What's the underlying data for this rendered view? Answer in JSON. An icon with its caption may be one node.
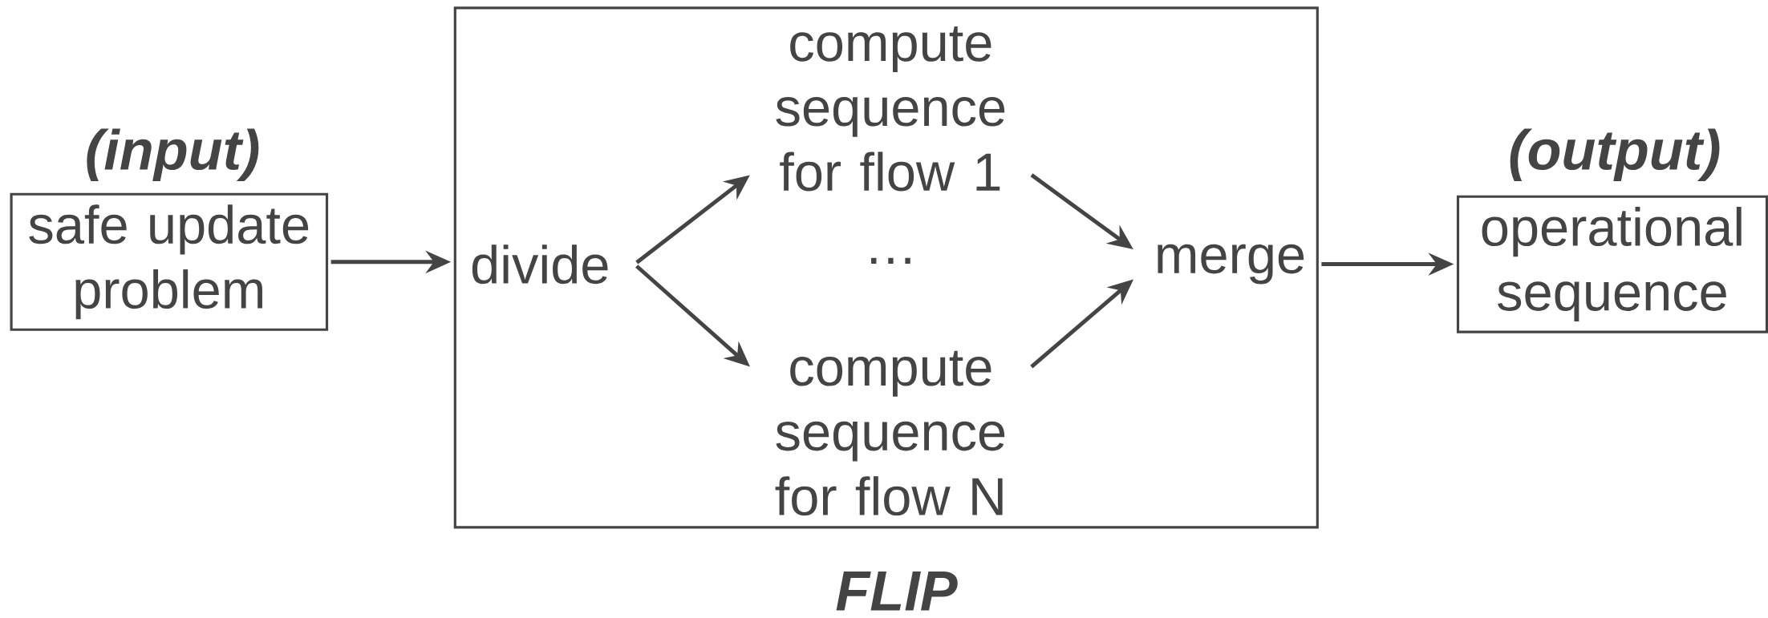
{
  "diagram": {
    "nodes": [
      {
        "text": [
          "(input)",
          "safe update problem"
        ]
      },
      {
        "text": [
          "FLIP"
        ]
      },
      {
        "text": [
          "divide"
        ],
        "in": 1
      },
      {
        "text": [
          "compute sequence for flow 1"
        ],
        "in": 1
      },
      {
        "text": [
          "compute sequence for flow N"
        ],
        "in": 1
      },
      {
        "text": [
          "merge"
        ],
        "in": 1
      },
      {
        "text": [
          "(output)",
          "operational sequence"
        ]
      }
    ],
    "edges": [
      {
        "from": 0,
        "to": 1,
        "arrow": "to"
      },
      {
        "from": 2,
        "to": 3,
        "arrow": "to"
      },
      {
        "from": 2,
        "to": 4,
        "arrow": "to"
      },
      {
        "from": 3,
        "to": 5,
        "arrow": "to"
      },
      {
        "from": 4,
        "to": 5,
        "arrow": "to"
      },
      {
        "from": 1,
        "to": 6,
        "arrow": "to"
      }
    ],
    "labels": [
      "…"
    ]
  }
}
